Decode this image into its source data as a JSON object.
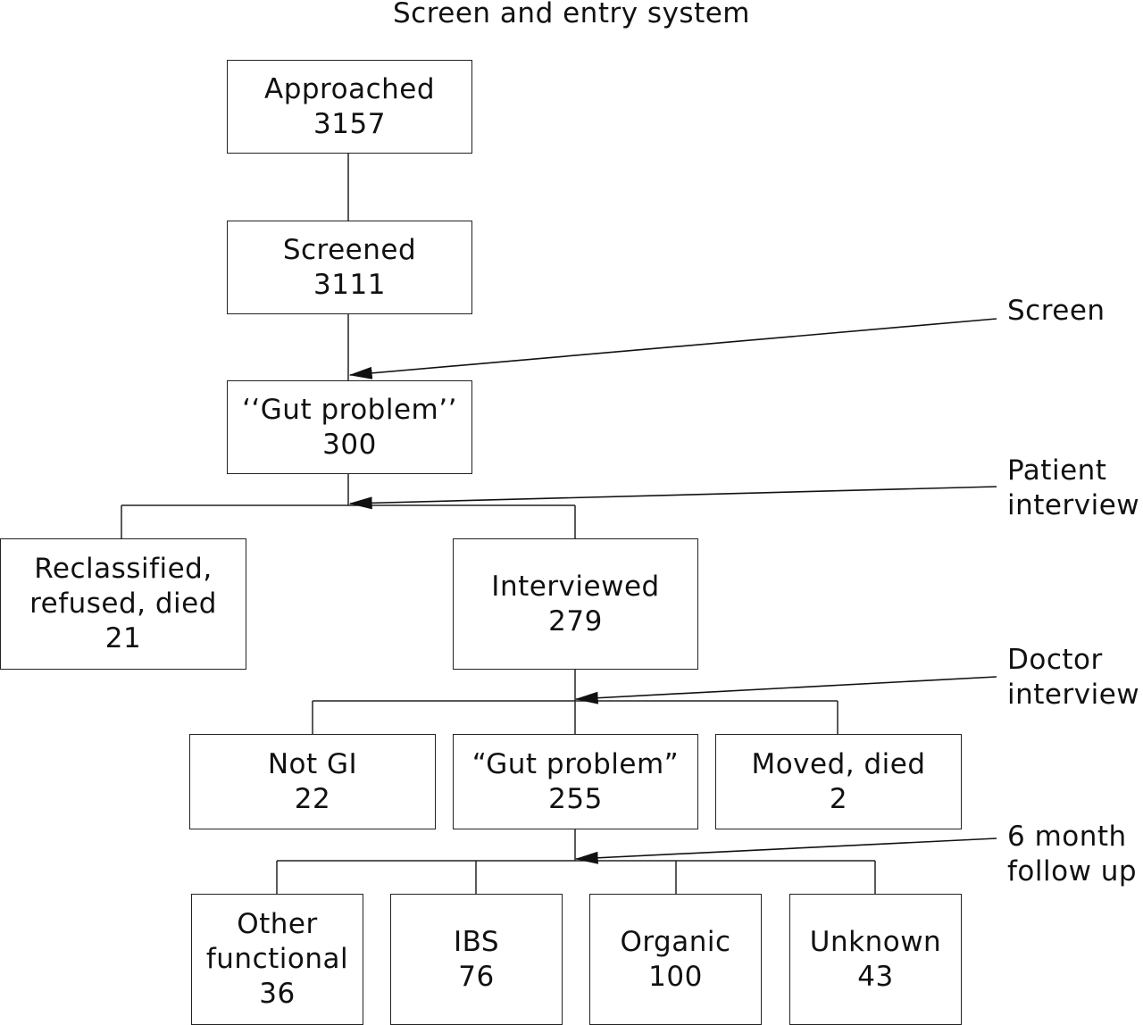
{
  "title": "Screen and entry system",
  "nodes": {
    "approached": {
      "label": "Approached",
      "count": "3157"
    },
    "screened": {
      "label": "Screened",
      "count": "3111"
    },
    "gut_problem_screen": {
      "label": "‘‘Gut problem’’",
      "count": "300"
    },
    "reclassified": {
      "label_line1": "Reclassified,",
      "label_line2": "refused, died",
      "count": "21"
    },
    "interviewed": {
      "label": "Interviewed",
      "count": "279"
    },
    "not_gi": {
      "label": "Not GI",
      "count": "22"
    },
    "gut_problem_doctor": {
      "label": "“Gut problem”",
      "count": "255"
    },
    "moved_died": {
      "label": "Moved, died",
      "count": "2"
    },
    "other_functional": {
      "label_line1": "Other",
      "label_line2": "functional",
      "count": "36"
    },
    "ibs": {
      "label": "IBS",
      "count": "76"
    },
    "organic": {
      "label": "Organic",
      "count": "100"
    },
    "unknown": {
      "label": "Unknown",
      "count": "43"
    }
  },
  "stages": {
    "screen": {
      "line1": "Screen"
    },
    "patient_interview": {
      "line1": "Patient",
      "line2": "interview"
    },
    "doctor_interview": {
      "line1": "Doctor",
      "line2": "interview"
    },
    "follow_up": {
      "line1": "6 month",
      "line2": "follow up"
    }
  }
}
